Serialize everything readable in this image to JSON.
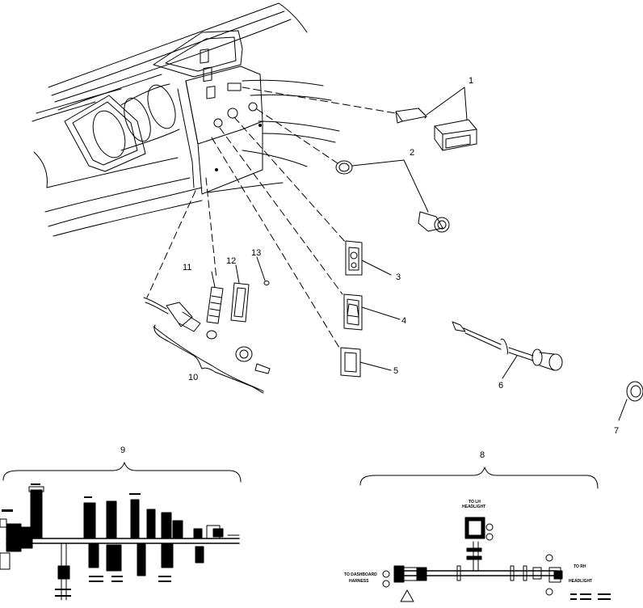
{
  "callouts": {
    "c1": "1",
    "c2": "2",
    "c3": "3",
    "c4": "4",
    "c5": "5",
    "c6": "6",
    "c7": "7",
    "c8": "8",
    "c9": "9",
    "c10": "10",
    "c11": "11",
    "c12": "12",
    "c13": "13"
  },
  "harness_labels": {
    "to_lh_headlight_a": "TO LH",
    "to_lh_headlight_b": "HEADLIGHT",
    "to_rh_headlight_a": "TO RH",
    "to_rh_headlight_b": "HEADLIGHT",
    "to_dashboard_a": "TO DASHBOARD",
    "to_dashboard_b": "HARNESS"
  }
}
